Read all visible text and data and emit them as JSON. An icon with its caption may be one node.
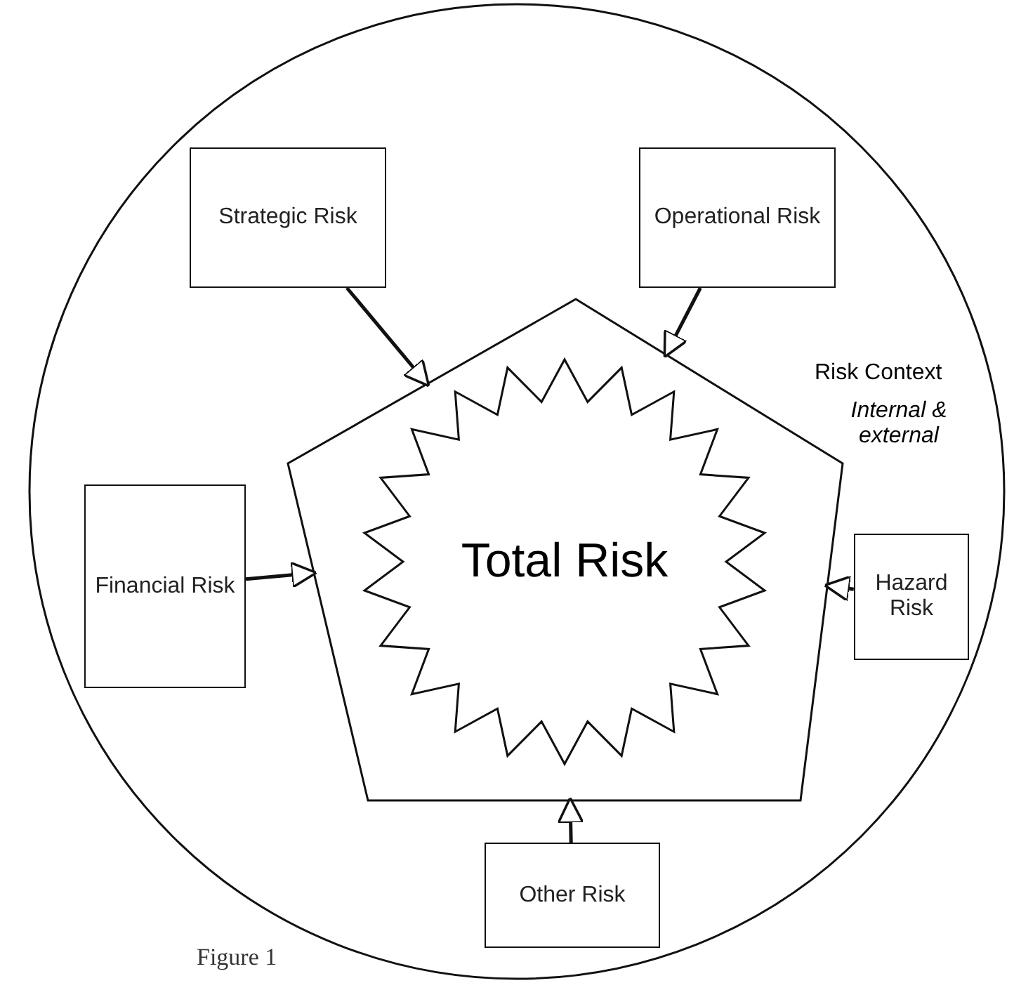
{
  "diagram": {
    "caption": "Figure 1",
    "nodes": [
      {
        "text": [
          "Risk Context",
          "Internal & external"
        ]
      },
      {
        "text": [],
        "shape": "pentagon",
        "in": 0
      },
      {
        "text": [
          "Total Risk"
        ],
        "in": 1
      },
      {
        "text": [
          "Strategic Risk"
        ],
        "in": 0
      },
      {
        "text": [
          "Operational Risk"
        ],
        "in": 0
      },
      {
        "text": [
          "Financial Risk"
        ],
        "in": 0
      },
      {
        "text": [
          "Hazard Risk"
        ],
        "in": 0
      },
      {
        "text": [
          "Other Risk"
        ],
        "in": 0
      }
    ],
    "edges": [
      {
        "from": 3,
        "to": 1,
        "arrow": "to"
      },
      {
        "from": 4,
        "to": 1,
        "arrow": "to"
      },
      {
        "from": 5,
        "to": 1,
        "arrow": "to"
      },
      {
        "from": 6,
        "to": 1,
        "arrow": "to"
      },
      {
        "from": 7,
        "to": 1,
        "arrow": "to"
      }
    ]
  }
}
